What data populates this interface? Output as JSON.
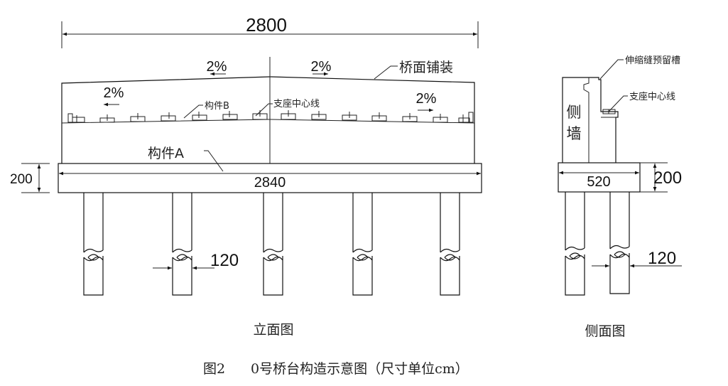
{
  "elevation": {
    "overall_width_dim": "2800",
    "cap_length_dim": "2840",
    "cap_height_dim": "200",
    "pile_diameter_dim": "120",
    "slope_labels": [
      "2%",
      "2%",
      "2%",
      "2%"
    ],
    "deck_paving_label": "桥面铺装",
    "component_b_label": "构件B",
    "bearing_centerline_label": "支座中心线",
    "component_a_label": "构件A",
    "view_title": "立面图",
    "bearing_count": 12,
    "pile_count": 5
  },
  "side_view": {
    "expansion_joint_slot_label": "伸缩缝预留槽",
    "bearing_centerline_label": "支座中心线",
    "side_wall_label_1": "侧",
    "side_wall_label_2": "墙",
    "cap_width_dim": "520",
    "cap_height_dim": "200",
    "pile_diameter_dim": "120",
    "view_title": "侧面图",
    "pile_count": 2
  },
  "caption": {
    "figure_number": "图2",
    "title": "0号桥台构造示意图（尺寸单位cm）"
  }
}
